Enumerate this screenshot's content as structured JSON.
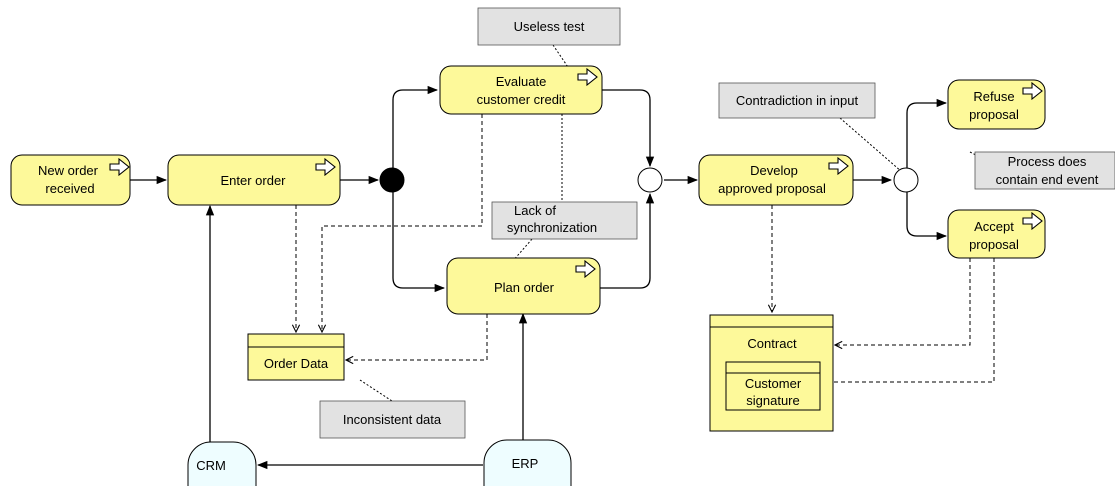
{
  "nodes": {
    "new_order": [
      "New order",
      "received"
    ],
    "enter_order": [
      "Enter order"
    ],
    "evaluate_credit": [
      "Evaluate",
      "customer credit"
    ],
    "plan_order": [
      "Plan order"
    ],
    "develop_proposal": [
      "Develop",
      "approved proposal"
    ],
    "refuse_proposal": [
      "Refuse",
      "proposal"
    ],
    "accept_proposal": [
      "Accept",
      "proposal"
    ]
  },
  "data_objects": {
    "order_data": "Order Data",
    "contract": "Contract",
    "customer_signature": [
      "Customer",
      "signature"
    ]
  },
  "systems": {
    "crm": "CRM",
    "erp": "ERP"
  },
  "notes": {
    "useless_test": [
      "Useless test"
    ],
    "lack_of_sync": [
      "Lack of",
      "synchronization"
    ],
    "inconsistent_data": [
      "Inconsistent data"
    ],
    "contradiction": [
      "Contradiction in input"
    ],
    "no_end_event": [
      "Process does",
      "contain end event"
    ]
  },
  "colors": {
    "function_fill": "#fdf99a",
    "note_fill": "#e2e2e2",
    "system_fill": "#eefdff"
  }
}
